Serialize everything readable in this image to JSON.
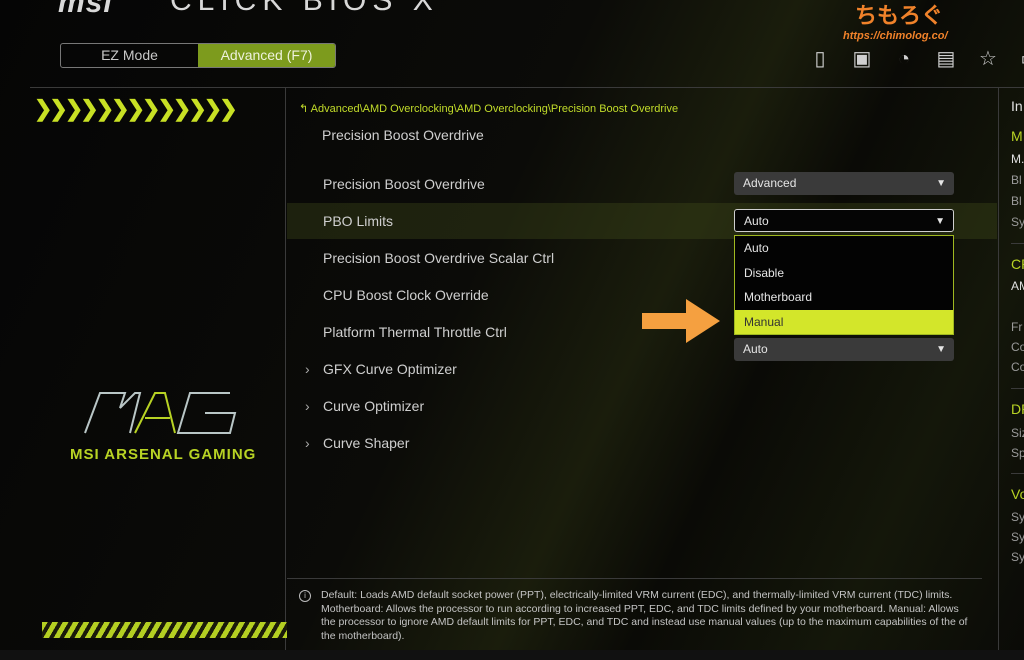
{
  "header": {
    "brand": "msi",
    "product": "CLICK BIOS X",
    "mode_ez": "EZ Mode",
    "mode_advanced": "Advanced (F7)",
    "icons": [
      "usb-flash-icon",
      "cpu-icon",
      "gauge-icon",
      "board-explorer-icon",
      "favorite-star-icon"
    ]
  },
  "watermark": {
    "text": "ちもろぐ",
    "url": "https://chimolog.co/"
  },
  "left": {
    "logo": "MAG",
    "tagline": "MSI ARSENAL GAMING"
  },
  "main": {
    "breadcrumb": "Advanced\\AMD Overclocking\\AMD Overclocking\\Precision Boost Overdrive",
    "title": "Precision Boost Overdrive",
    "rows": [
      {
        "label": "Precision Boost Overdrive",
        "value": "Advanced"
      },
      {
        "label": "PBO Limits",
        "value": "Auto"
      },
      {
        "label": "Precision Boost Overdrive Scalar Ctrl"
      },
      {
        "label": "CPU Boost Clock Override"
      },
      {
        "label": "Platform Thermal Throttle Ctrl",
        "value": "Auto"
      },
      {
        "label": "GFX Curve Optimizer"
      },
      {
        "label": "Curve Optimizer"
      },
      {
        "label": "Curve Shaper"
      }
    ],
    "dropdown_options": [
      "Auto",
      "Disable",
      "Motherboard",
      "Manual"
    ],
    "dropdown_highlighted": "Manual",
    "help": "Default: Loads AMD default socket power (PPT), electrically-limited VRM current (EDC), and thermally-limited VRM current (TDC) limits. Motherboard: Allows the processor to run according to increased PPT, EDC, and TDC limits defined by your motherboard. Manual: Allows the processor to ignore AMD default limits for PPT, EDC, and TDC and instead use manual values (up to the maximum capabilities of the of the motherboard)."
  },
  "right": {
    "title": "In",
    "items": [
      "M",
      "M.",
      "Bl",
      "Bl",
      "Sy",
      "CP",
      "AM",
      "Fr",
      "Co",
      "Co",
      "DR",
      "Siz",
      "Sp",
      "Vo",
      "Sy",
      "Sy",
      "Sy"
    ]
  },
  "colors": {
    "accent": "#c8e024",
    "mode_active": "#7d9b1d",
    "arrow": "#f5a040"
  }
}
